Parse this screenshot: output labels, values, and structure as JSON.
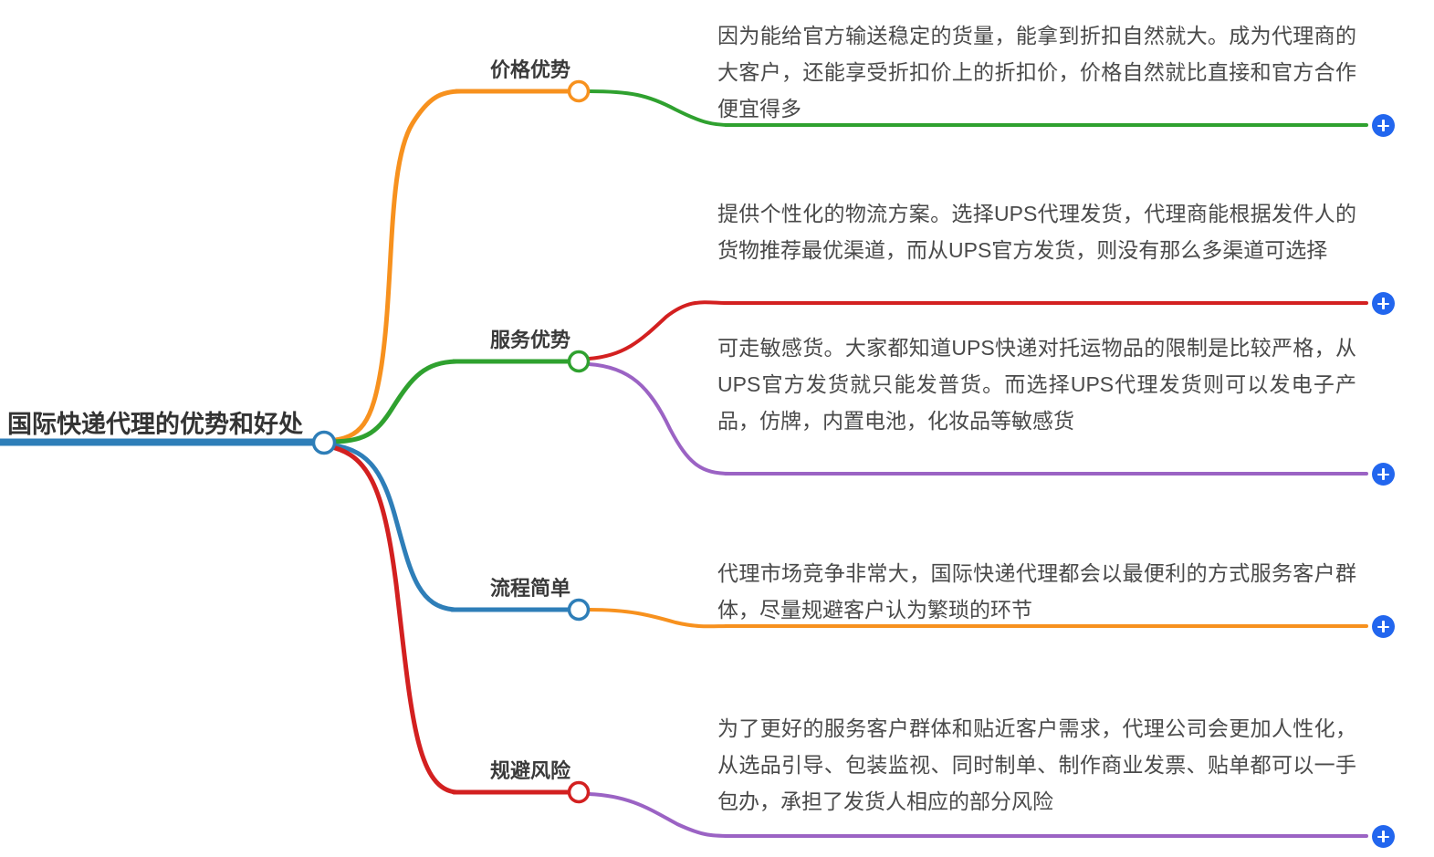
{
  "diagram": {
    "type": "mind-map",
    "root": {
      "label": "国际快递代理的优势和好处",
      "underline_color": "#2e7eb8",
      "node_color": "#2e7eb8"
    },
    "colors": {
      "orange": "#f7911e",
      "green": "#2fa12f",
      "blue": "#2e7eb8",
      "red": "#d32020",
      "purple": "#9b63c4",
      "plus": "#2266ee",
      "topic_text": "#3a3a3a",
      "leaf_text": "#4a4a4a"
    },
    "branches": [
      {
        "topic": "价格优势",
        "branch_color": "#f7911e",
        "node_color": "#f7911e",
        "children": [
          {
            "text": "因为能给官方输送稳定的货量，能拿到折扣自然就大。成为代理商的大客户，还能享受折扣价上的折扣价，价格自然就比直接和官方合作便宜得多",
            "line_color": "#2fa12f",
            "plus_label": "+"
          }
        ]
      },
      {
        "topic": "服务优势",
        "branch_color": "#2fa12f",
        "node_color": "#2fa12f",
        "children": [
          {
            "text": "提供个性化的物流方案。选择UPS代理发货，代理商能根据发件人的货物推荐最优渠道，而从UPS官方发货，则没有那么多渠道可选择",
            "line_color": "#d32020",
            "plus_label": "+"
          },
          {
            "text": "可走敏感货。大家都知道UPS快递对托运物品的限制是比较严格，从UPS官方发货就只能发普货。而选择UPS代理发货则可以发电子产品，仿牌，内置电池，化妆品等敏感货",
            "line_color": "#9b63c4",
            "plus_label": "+"
          }
        ]
      },
      {
        "topic": "流程简单",
        "branch_color": "#2e7eb8",
        "node_color": "#2e7eb8",
        "children": [
          {
            "text": "代理市场竞争非常大，国际快递代理都会以最便利的方式服务客户群体，尽量规避客户认为繁琐的环节",
            "line_color": "#f7911e",
            "plus_label": "+"
          }
        ]
      },
      {
        "topic": "规避风险",
        "branch_color": "#d32020",
        "node_color": "#d32020",
        "children": [
          {
            "text": "为了更好的服务客户群体和贴近客户需求，代理公司会更加人性化，从选品引导、包装监视、同时制单、制作商业发票、贴单都可以一手包办，承担了发货人相应的部分风险",
            "line_color": "#9b63c4",
            "plus_label": "+"
          }
        ]
      }
    ]
  }
}
